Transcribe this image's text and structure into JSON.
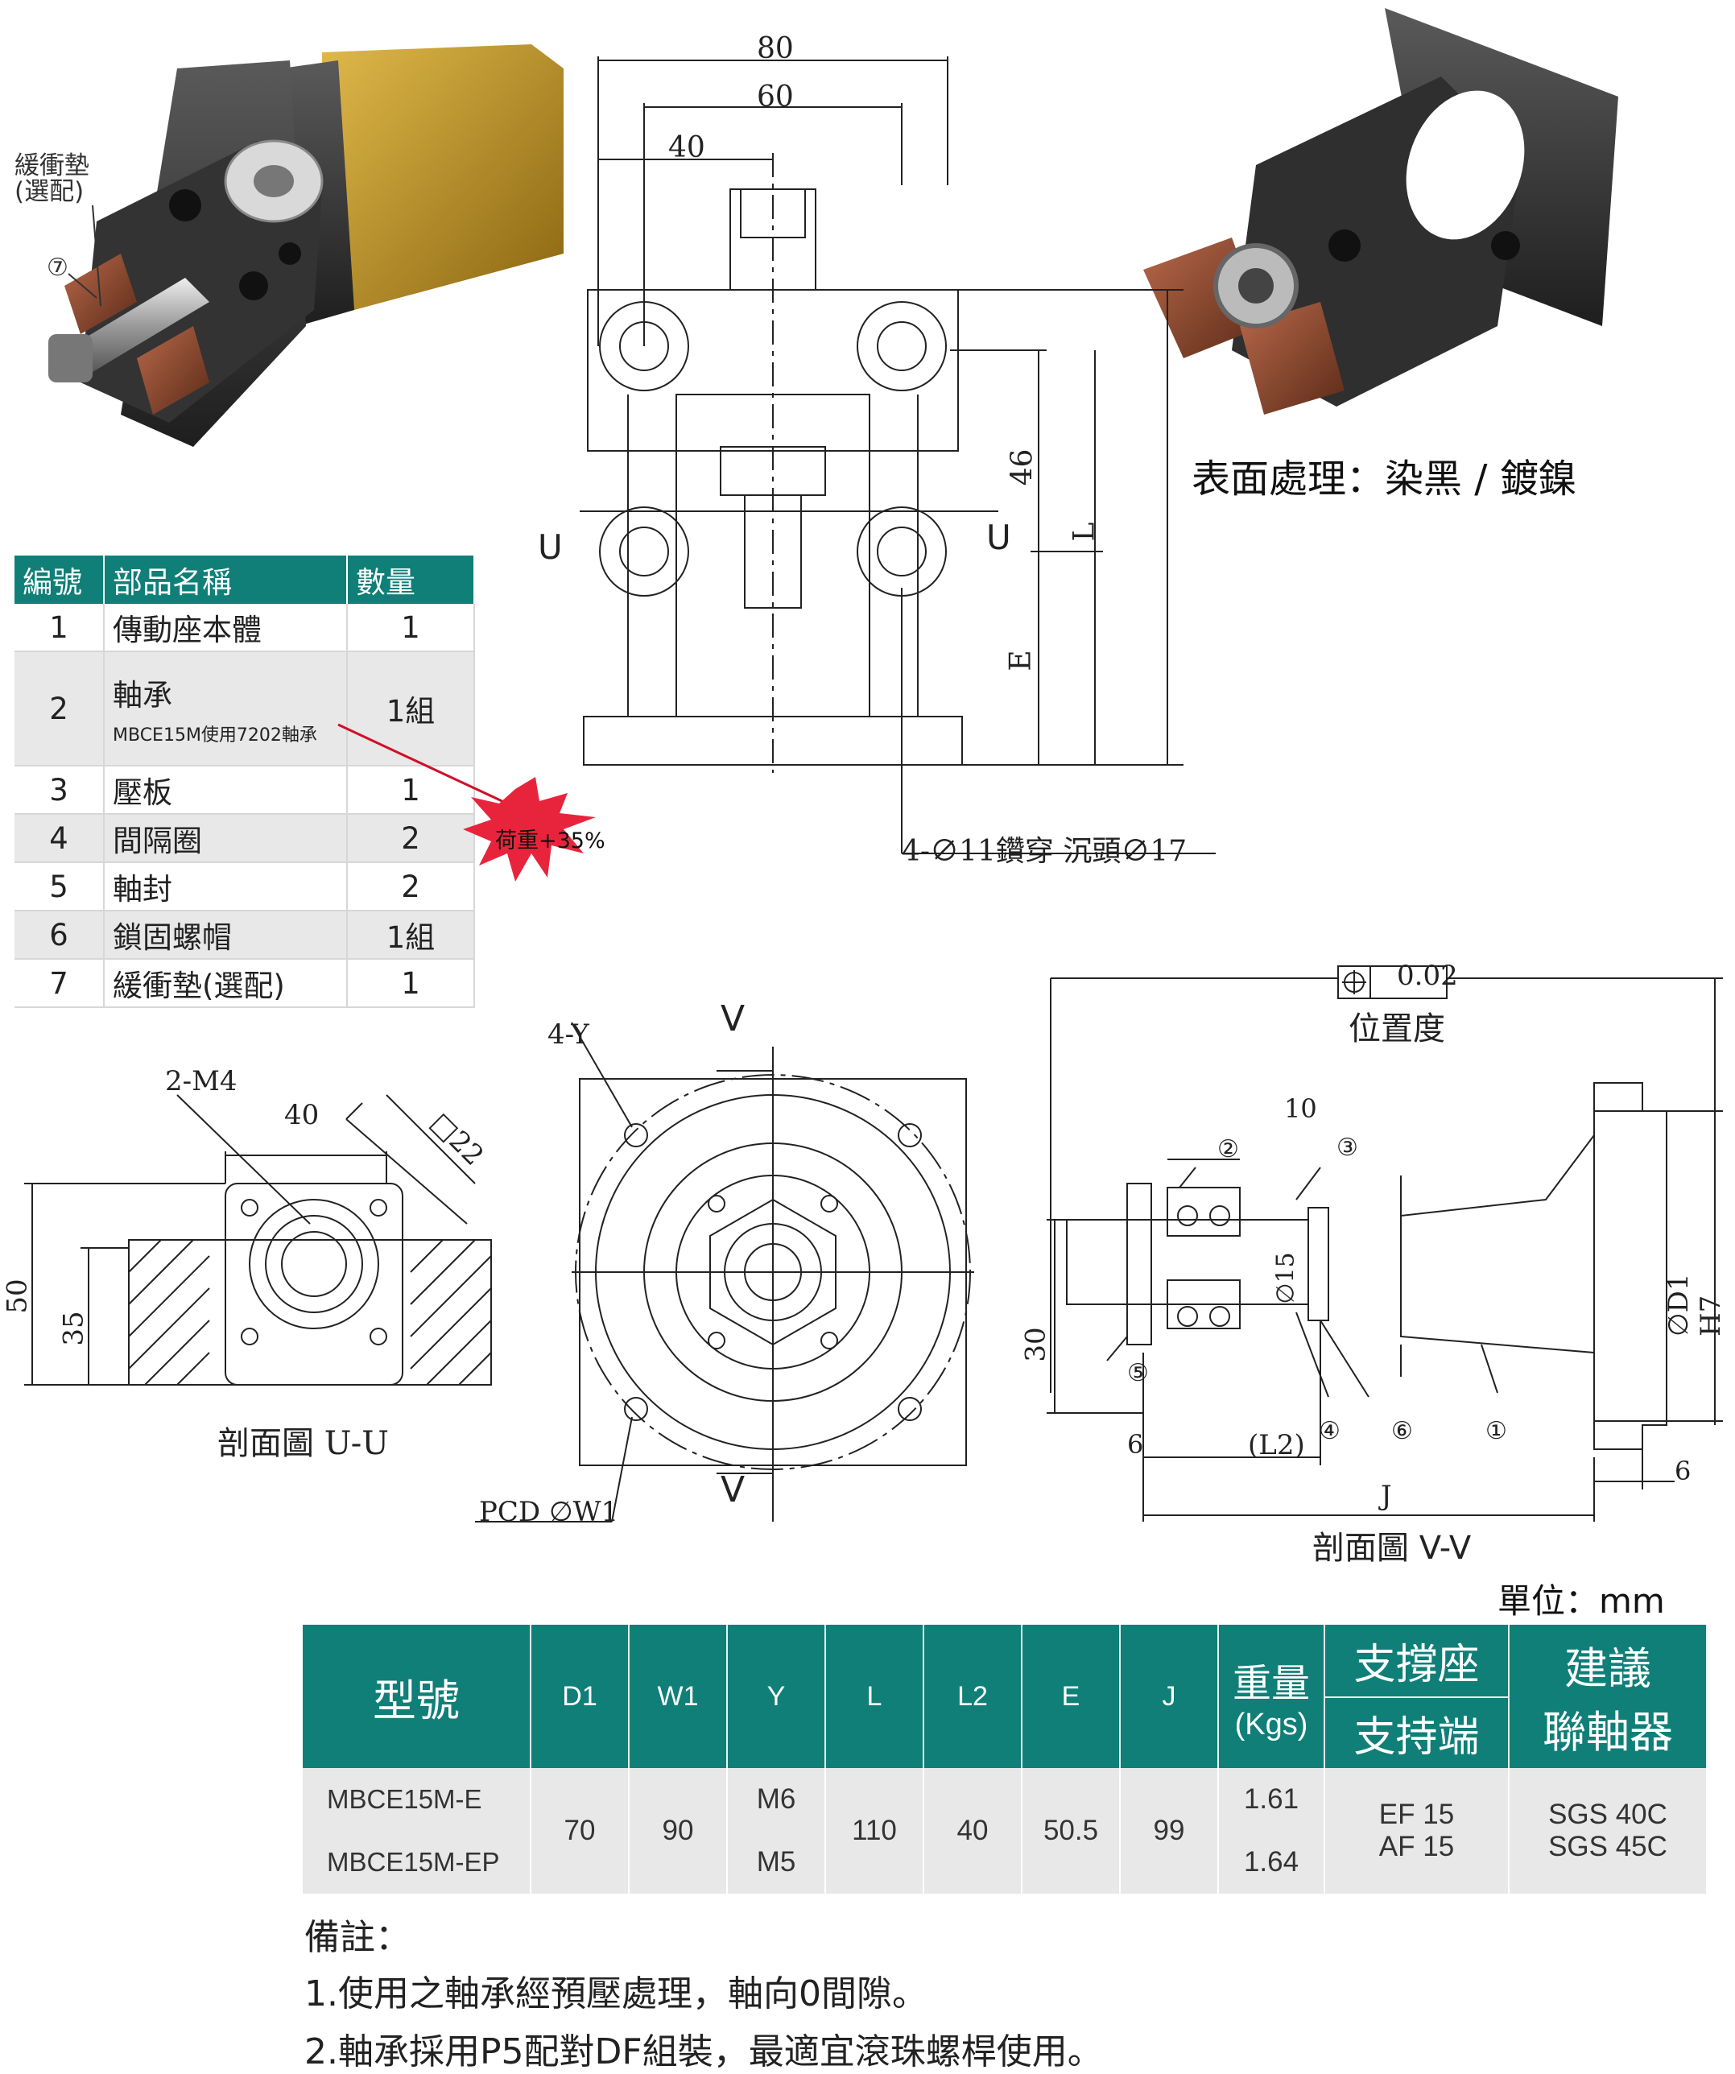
{
  "callouts": {
    "buffer_pad": "緩衝墊",
    "optional": "(選配)",
    "circle7": "⑦",
    "surface_treatment": "表面處理：染黑 / 鍍鎳",
    "load_burst": "荷重+35%",
    "accent_red": "#e8243c"
  },
  "front_view": {
    "dim80": "80",
    "dim60": "60",
    "dim40": "40",
    "dim46": "46",
    "dimL": "L",
    "dimE": "E",
    "u_left": "U",
    "u_right": "U",
    "hole_note": "4-∅11鑽穿  沉頭∅17"
  },
  "parts_table": {
    "headers": [
      "編號",
      "部品名稱",
      "數量"
    ],
    "rows": [
      {
        "no": "1",
        "name": "傳動座本體",
        "sub": "",
        "qty": "1"
      },
      {
        "no": "2",
        "name": "軸承",
        "sub": "MBCE15M使用7202軸承",
        "qty": "1組"
      },
      {
        "no": "3",
        "name": "壓板",
        "sub": "",
        "qty": "1"
      },
      {
        "no": "4",
        "name": "間隔圈",
        "sub": "",
        "qty": "2"
      },
      {
        "no": "5",
        "name": "軸封",
        "sub": "",
        "qty": "2"
      },
      {
        "no": "6",
        "name": "鎖固螺帽",
        "sub": "",
        "qty": "1組"
      },
      {
        "no": "7",
        "name": "緩衝墊(選配)",
        "sub": "",
        "qty": "1"
      }
    ],
    "header_color": "#0f7f78"
  },
  "section_uu": {
    "m4": "2-M4",
    "dim40": "40",
    "sq22": "□22",
    "dim50": "50",
    "dim35": "35",
    "caption": "剖面圖 U-U"
  },
  "side_view": {
    "v_top": "V",
    "v_bottom": "V",
    "four_y": "4-Y",
    "pcd": "PCD ∅W1"
  },
  "section_vv": {
    "tolerance": "0.02",
    "position_label": "位置度",
    "dim10": "10",
    "phi15": "∅15",
    "phiD1": "∅D1 H7",
    "dim30": "30",
    "dim6a": "6",
    "L2": "(L2)",
    "dimJ": "J",
    "dim6b": "6",
    "c1": "①",
    "c2": "②",
    "c3": "③",
    "c4": "④",
    "c5": "⑤",
    "c6": "⑥",
    "caption": "剖面圖 V-V"
  },
  "spec_table": {
    "unit": "單位：mm",
    "headers": {
      "model": "型號",
      "d1": "D1",
      "w1": "W1",
      "y": "Y",
      "l": "L",
      "l2": "L2",
      "e": "E",
      "j": "J",
      "weight1": "重量",
      "weight2": "(Kgs)",
      "support1": "支撐座",
      "support2": "支持端",
      "coupling1": "建議",
      "coupling2": "聯軸器"
    },
    "rows": [
      {
        "model": "MBCE15M-E",
        "y": "M6",
        "weight": "1.61"
      },
      {
        "model": "MBCE15M-EP",
        "y": "M5",
        "weight": "1.64"
      }
    ],
    "shared": {
      "d1": "70",
      "w1": "90",
      "l": "110",
      "l2": "40",
      "e": "50.5",
      "j": "99",
      "support_a": "EF 15",
      "support_b": "AF 15",
      "coupling_a": "SGS 40C",
      "coupling_b": "SGS 45C"
    }
  },
  "notes": {
    "title": "備註：",
    "line1": "1.使用之軸承經預壓處理，軸向0間隙。",
    "line2": "2.軸承採用P5配對DF組裝，最適宜滾珠螺桿使用。"
  }
}
